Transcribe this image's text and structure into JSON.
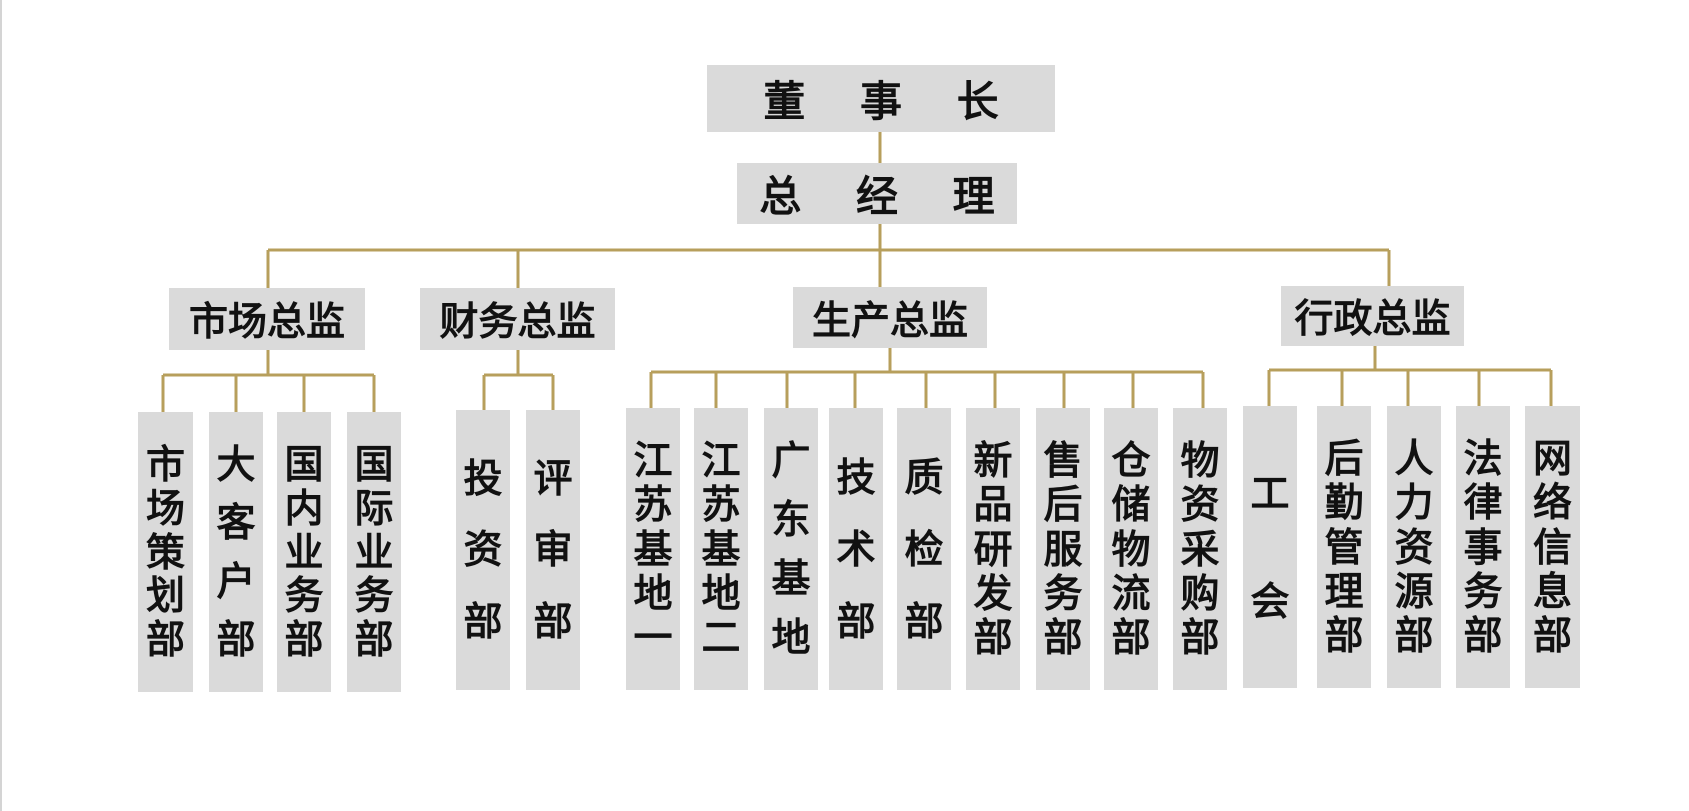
{
  "chairman": "董 事 长",
  "general_manager": "总 经 理",
  "directors": [
    {
      "title": "市场总监",
      "departments": [
        "市场策划部",
        "大客户部",
        "国内业务部",
        "国际业务部"
      ]
    },
    {
      "title": "财务总监",
      "departments": [
        "投资部",
        "评审部"
      ]
    },
    {
      "title": "生产总监",
      "departments": [
        "江苏基地一",
        "江苏基地二",
        "广东基地",
        "技术部",
        "质检部",
        "新品研发部",
        "售后服务部",
        "仓储物流部",
        "物资采购部"
      ]
    },
    {
      "title": "行政总监",
      "departments": [
        "工会",
        "后勤管理部",
        "人力资源部",
        "法律事务部",
        "网络信息部"
      ]
    }
  ],
  "colors": {
    "box_fill": "#dadada",
    "connector": "#b79f5c",
    "text": "#111111"
  }
}
